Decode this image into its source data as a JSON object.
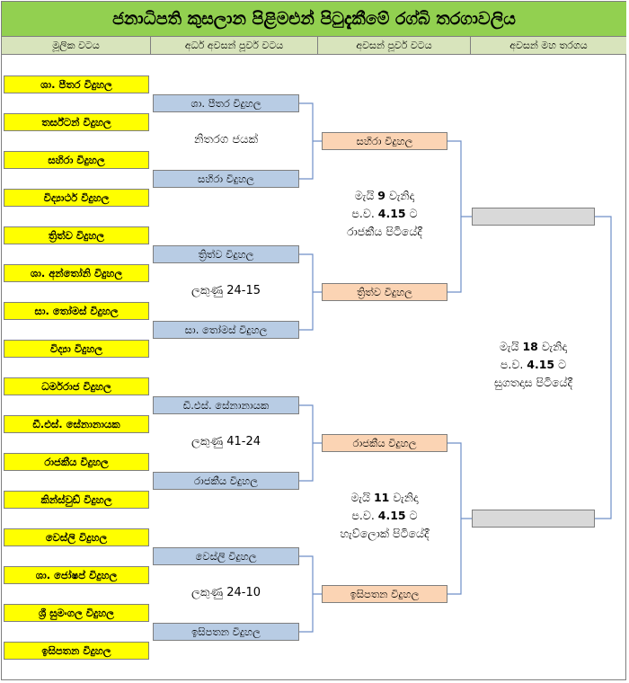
{
  "title": "ජනාධිපති කුසලාන පිළිමළුන් පිටුදැකීමේ රග්බි තරගාවලිය",
  "headers": [
    "මූලික වටය",
    "අර්ධ අවසන් පූර්ව වටය",
    "අවසන් පූර්ව වටය",
    "අවසන් මහ තරගය"
  ],
  "first_round": [
    "ශා. පීතර විදුහල",
    "තර්ස්ටන් විදුහල",
    "සහිරා විදුහල",
    "විද්‍යාර්ථ විදුහල",
    "ත්‍රිත්ව විදුහල",
    "ශා. අන්තෝනි විදුහල",
    "සා. තෝමස් විදුහල",
    "විද්‍යා විදුහල",
    "ධර්මරාජ විදුහල",
    "ඩී.එස්. සේනානායක",
    "රාජකීය විදුහල",
    "කින්ස්වුඩ් විදුහල",
    "වෙස්ලි විදුහල",
    "ශා. ජෝෂප් විදුහල",
    "ශ්‍රී සුමංගල විදුහල",
    "ඉසිපතන විදුහල"
  ],
  "second_round": [
    "ශා. පීතර විදුහල",
    "සහිරා විදුහල",
    "ත්‍රිත්ව විදුහල",
    "සා. තෝමස් විදුහල",
    "ඩී.එස්. සේනානායක",
    "රාජකීය විදුහල",
    "වෙස්ලි විදුහල",
    "ඉසිපතන විදුහල"
  ],
  "results": [
    "නිතරග ජයක්",
    "ලකුණු 24-15",
    "ලකුණු 41-24",
    "ලකුණු 24-10"
  ],
  "quarter_round": [
    "සහිරා විදුහල",
    "ත්‍රිත්ව විදුහල",
    "රාජකීය විදුහල",
    "ඉසිපතන විදුහල"
  ],
  "semi_venues": [
    {
      "date_pre": "මැයි ",
      "date_num": "9",
      "date_post": " වැනිදා",
      "time_pre": "ප.ව. ",
      "time_num": "4.15",
      "time_post": " ට",
      "place": "රාජකීය පිටියේදී"
    },
    {
      "date_pre": "මැයි ",
      "date_num": "11",
      "date_post": " වැනිදා",
      "time_pre": "ප.ව. ",
      "time_num": "4.15",
      "time_post": " ට",
      "place": "හැව්ලොක් පිටියේදී"
    }
  ],
  "final_venue": {
    "date_pre": "මැයි ",
    "date_num": "18",
    "date_post": " වැනිදා",
    "time_pre": "ප.ව. ",
    "time_num": "4.15",
    "time_post": " ට",
    "place": "සුගතදාස පිටියේදී"
  },
  "colors": {
    "title_bg": "#92d050",
    "header_bg": "#d8e4bc",
    "team_bg": "#ffff00",
    "semi_bg": "#b8cce4",
    "pre_bg": "#fbd4b4",
    "final_bg": "#d9d9d9",
    "line": "#6f8fc7"
  }
}
